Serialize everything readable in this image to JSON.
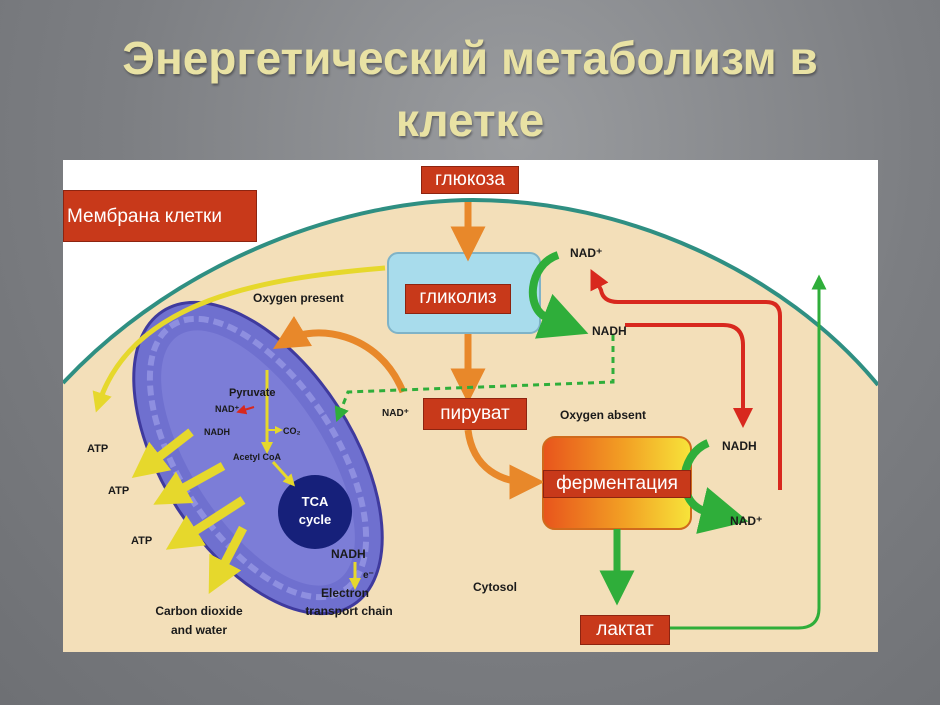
{
  "title": {
    "line1": "Энергетический метаболизм в",
    "line2": "клетке"
  },
  "labels": {
    "glucose": "глюкоза",
    "membrane": "Мембрана клетки",
    "glycolysis": "гликолиз",
    "pyruvate": "пируват",
    "fermentation": "ферментация",
    "lactate": "лактат"
  },
  "annotations": {
    "oxygen_present": "Oxygen present",
    "oxygen_absent": "Oxygen absent",
    "nad_plus": "NAD⁺",
    "nadh": "NADH",
    "atp": "ATP",
    "pyruvate_en": "Pyruvate",
    "co2": "CO₂",
    "acetyl_coa": "Acetyl CoA",
    "tca_line1": "TCA",
    "tca_line2": "cycle",
    "electron": "e⁻",
    "etc_line1": "Electron",
    "etc_line2": "transport chain",
    "co2_water_line1": "Carbon dioxide",
    "co2_water_line2": "and water",
    "cytosol": "Cytosol"
  },
  "colors": {
    "cytoplasm": "#f3dfb9",
    "membrane": "#2f8f82",
    "mitochondrion": "#6f70cf",
    "tca": "#16207a",
    "glycolysis_box": "#a8dcec",
    "label_red": "#c8391a",
    "title": "#e9e2a4",
    "arrow_orange": "#e8882a",
    "arrow_yellow": "#e6d82c",
    "arrow_red": "#d8281e",
    "arrow_green": "#2fae3a"
  }
}
